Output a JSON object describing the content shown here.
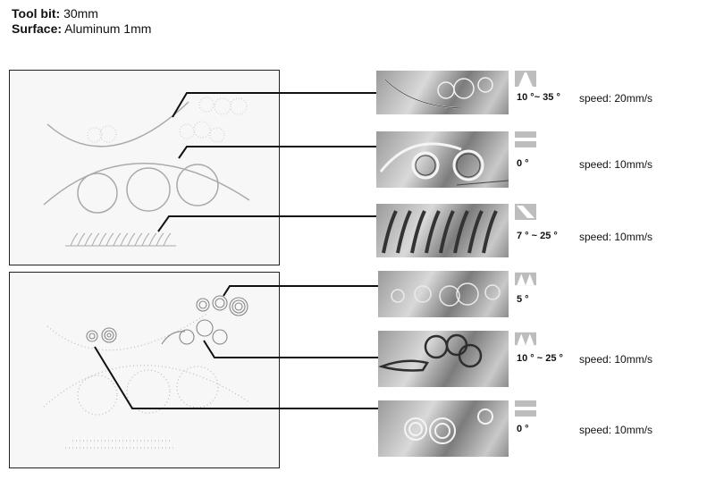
{
  "header": {
    "tool_bit_label": "Tool bit:",
    "tool_bit_value": "30mm",
    "surface_label": "Surface:",
    "surface_value": "Aluminum 1mm"
  },
  "samples": [
    {
      "angle": "10 °~ 35 °",
      "speed": "speed: 20mm/s",
      "icon": "wide-v-angle-icon"
    },
    {
      "angle": "0 °",
      "speed": "speed: 10mm/s",
      "icon": "flat-angle-icon"
    },
    {
      "angle": "7 ° ~ 25 °",
      "speed": "speed: 10mm/s",
      "icon": "shallow-angle-icon"
    },
    {
      "angle": "5 °",
      "speed": "",
      "icon": "v-angle-icon"
    },
    {
      "angle": "10 ° ~  25 °",
      "speed": "speed: 10mm/s",
      "icon": "v-angle-icon"
    },
    {
      "angle": "0 °",
      "speed": "speed: 10mm/s",
      "icon": "flat-angle-icon"
    }
  ]
}
